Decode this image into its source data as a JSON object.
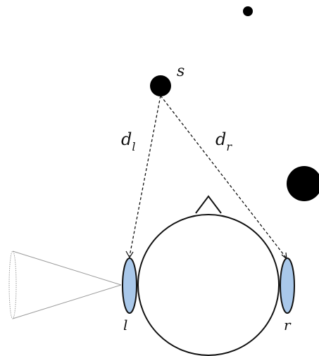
{
  "diagram": {
    "labels": {
      "source": "s",
      "left_distance_base": "d",
      "left_distance_sub": "l",
      "right_distance_base": "d",
      "right_distance_sub": "r",
      "left_ear": "l",
      "right_ear": "r"
    },
    "colors": {
      "ear_fill": "#a9c8ea",
      "stroke": "#111111",
      "cone_stroke": "#9a9a9a",
      "dot_fill": "#000000",
      "background": "#ffffff"
    }
  }
}
